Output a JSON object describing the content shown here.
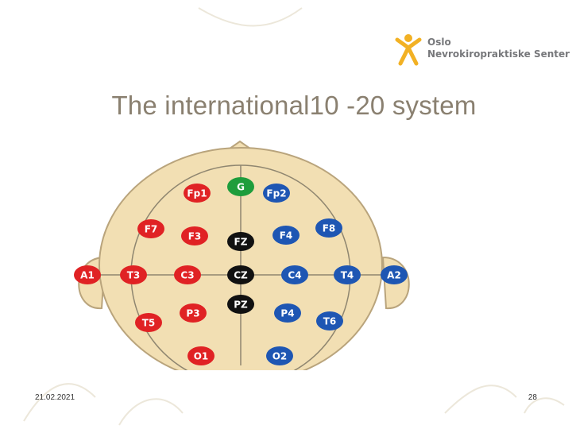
{
  "logo": {
    "line1": "Oslo",
    "line2": "Nevrokiropraktiske Senter",
    "icon": "stick-figure-icon",
    "color": "#f2b124"
  },
  "slide": {
    "title": "The international10 -20 system",
    "date": "21.02.2021",
    "page_number": "28"
  },
  "diagram": {
    "head_color": "#f2dfb3",
    "colors": {
      "ground": "#1e9d3c",
      "left": "#e02224",
      "right": "#1e56b3",
      "midline": "#111111"
    },
    "electrodes": {
      "G": "G",
      "Fp1": "Fp1",
      "Fp2": "Fp2",
      "F7": "F7",
      "F3": "F3",
      "Fz": "FZ",
      "F4": "F4",
      "F8": "F8",
      "A1": "A1",
      "T3": "T3",
      "C3": "C3",
      "Cz": "CZ",
      "C4": "C4",
      "T4": "T4",
      "A2": "A2",
      "T5": "T5",
      "P3": "P3",
      "Pz": "PZ",
      "P4": "P4",
      "T6": "T6",
      "O1": "O1",
      "O2": "O2"
    }
  }
}
